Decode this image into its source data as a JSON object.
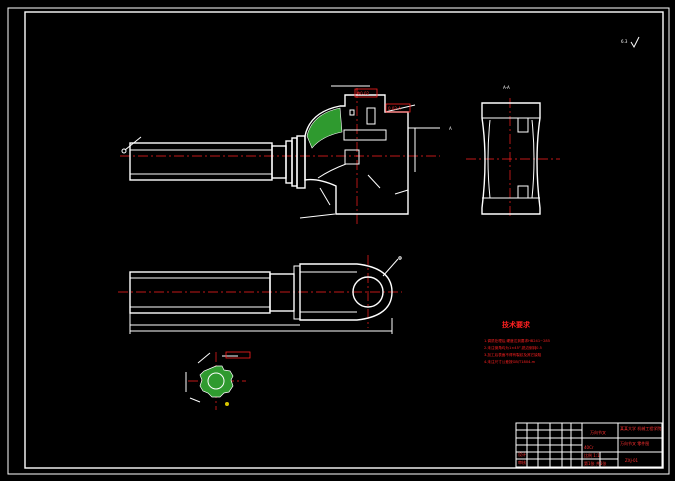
{
  "notes": {
    "title": "技术要求",
    "items": [
      "1.调质处理后,硬度达到要求HB241~285",
      "2.未注倒角均为1×45°,锐边倒钝0.5",
      "3.加工后表面不得有裂纹及其它缺陷",
      "4.未注尺寸公差按GB/T1804-m"
    ]
  },
  "annotations": {
    "roughness": "6.3",
    "section_label": "A-A",
    "tolerance_a": "Φ0.02",
    "tolerance_b": "0.02 A",
    "datum": "A"
  },
  "title_block": {
    "part_name": "万向节叉",
    "material": "40Cr",
    "school": "某某大学 机械工程学院",
    "drawing_title": "万向节叉 零件图",
    "drawing_no": "ZXJ-01",
    "scale": "比例 1:1",
    "sheet": "第1张 共1张",
    "drawn_by": "设计",
    "checked_by": "审核"
  }
}
